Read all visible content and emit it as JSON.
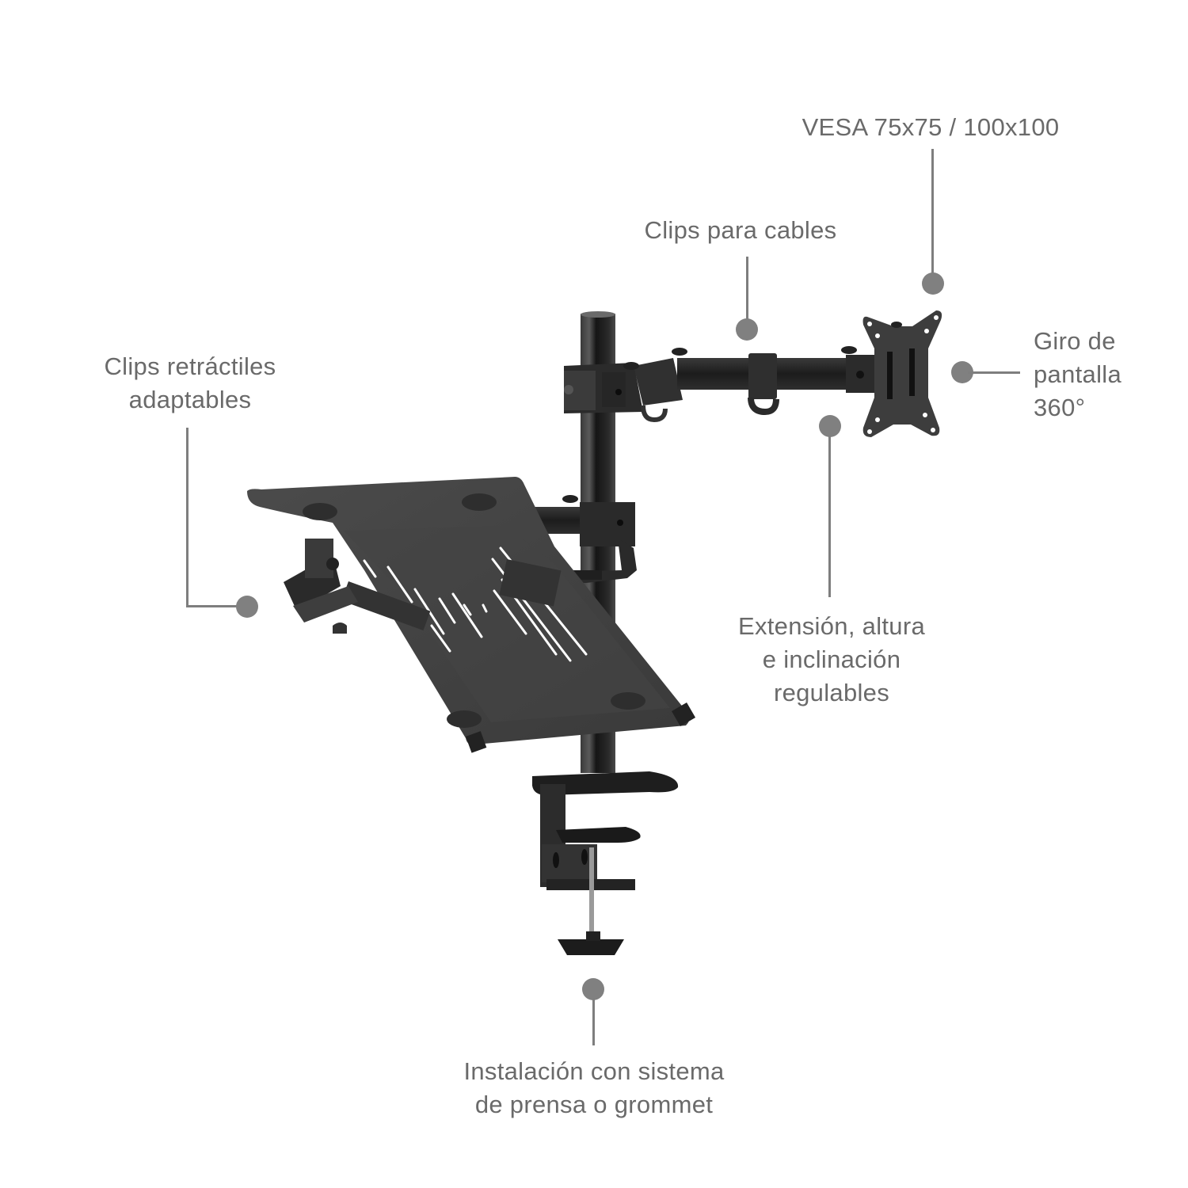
{
  "diagram": {
    "type": "product-feature-callouts",
    "subject": "monitor arm with laptop tray",
    "colors": {
      "background": "#ffffff",
      "label_text": "#6a6a6a",
      "callout_line": "#7e7e7e",
      "callout_dot": "#808080",
      "product_metal": "#2a2a2a"
    },
    "callouts": [
      {
        "id": "vesa",
        "lines": [
          "VESA 75x75 / 100x100"
        ]
      },
      {
        "id": "cable-clips",
        "lines": [
          "Clips para cables"
        ]
      },
      {
        "id": "rotation",
        "lines": [
          "Giro de",
          "pantalla",
          "360°"
        ]
      },
      {
        "id": "retractable-clips",
        "lines": [
          "Clips retráctiles",
          "adaptables"
        ]
      },
      {
        "id": "adjustment",
        "lines": [
          "Extensión, altura",
          "e inclinación",
          "regulables"
        ]
      },
      {
        "id": "installation",
        "lines": [
          "Instalación con sistema",
          "de prensa o grommet"
        ]
      }
    ]
  }
}
